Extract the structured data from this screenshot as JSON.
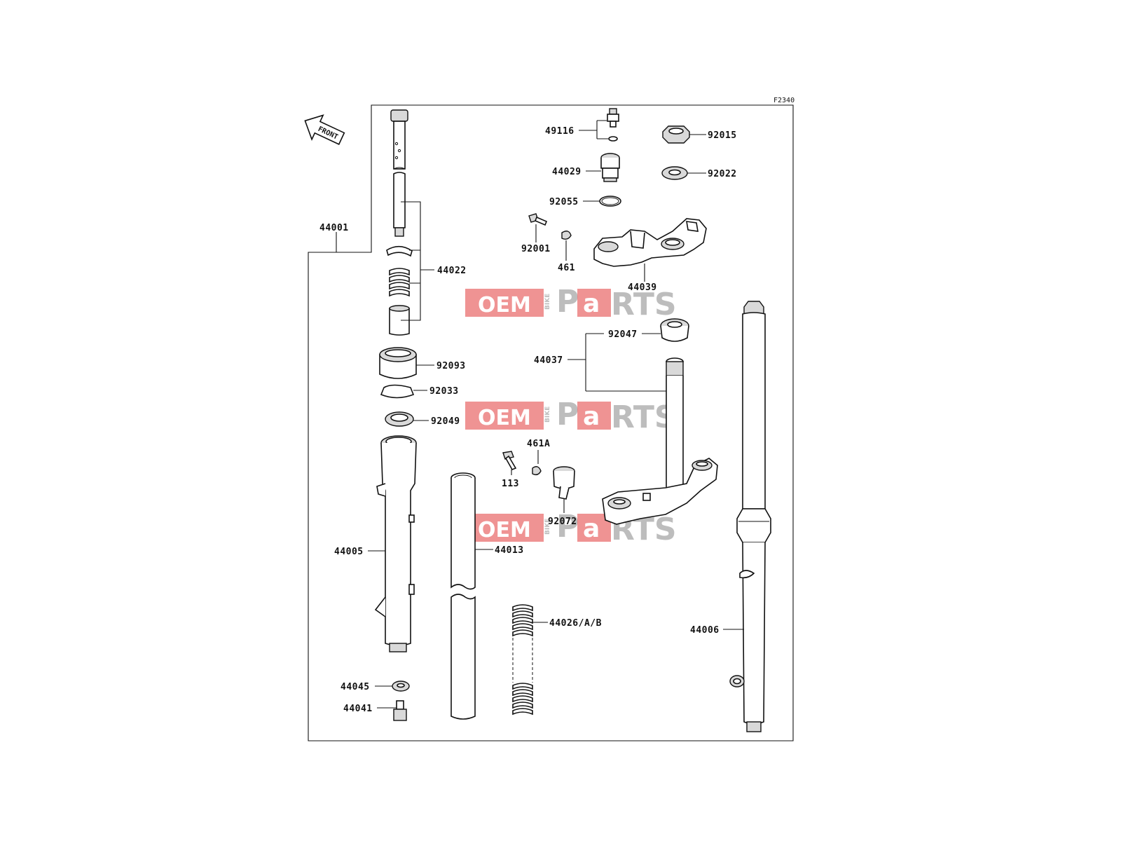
{
  "diagram": {
    "ref_code": "F2340",
    "front_arrow_label": "FRONT",
    "watermark": {
      "brand_left": "OEM",
      "brand_small": "BIKE",
      "brand_right_a": "P",
      "brand_right_b": "a",
      "brand_right_c": "RTS"
    },
    "colors": {
      "watermark_red": "#e23a3a",
      "watermark_grey": "#bdbdbd"
    },
    "labels": {
      "p44001": "44001",
      "p44022": "44022",
      "p92093": "92093",
      "p92033": "92033",
      "p92049": "92049",
      "p44005": "44005",
      "p44045": "44045",
      "p44041": "44041",
      "p44013": "44013",
      "p44026": "44026/A/B",
      "p113": "113",
      "p461A": "461A",
      "p92072": "92072",
      "p49116": "49116",
      "p44029": "44029",
      "p92055": "92055",
      "p92001": "92001",
      "p461": "461",
      "p44039": "44039",
      "p92015": "92015",
      "p92022": "92022",
      "p92047": "92047",
      "p44037": "44037",
      "p44006": "44006"
    }
  }
}
